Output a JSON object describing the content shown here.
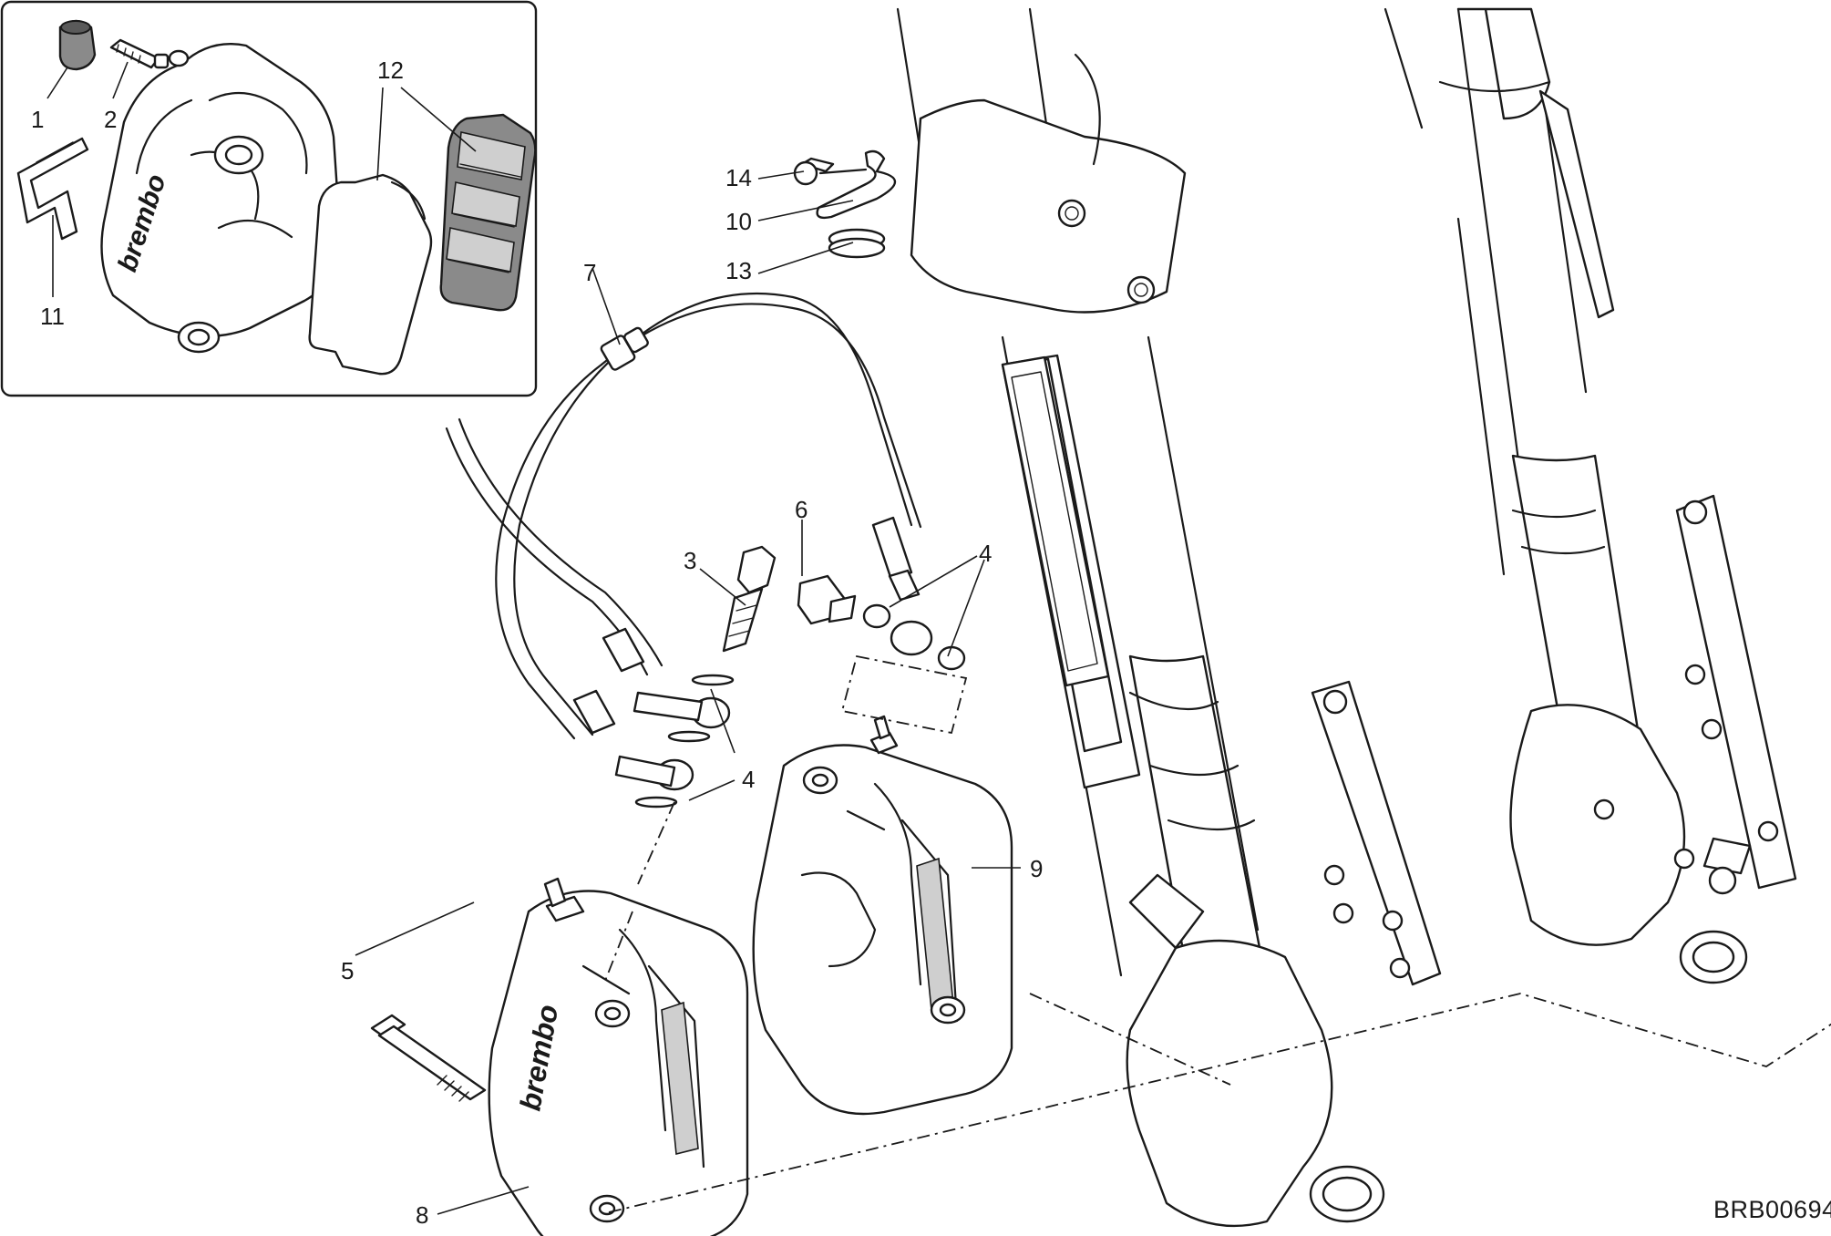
{
  "diagram": {
    "callouts": {
      "c1": "1",
      "c2": "2",
      "c3": "3",
      "c4a": "4",
      "c4b": "4",
      "c5": "5",
      "c6": "6",
      "c7": "7",
      "c8": "8",
      "c9": "9",
      "c10": "10",
      "c11": "11",
      "c12": "12",
      "c13": "13",
      "c14": "14"
    },
    "brand_mark_inset": "brembo",
    "brand_mark_caliper": "brembo",
    "drawing_code": "BRB00694"
  }
}
